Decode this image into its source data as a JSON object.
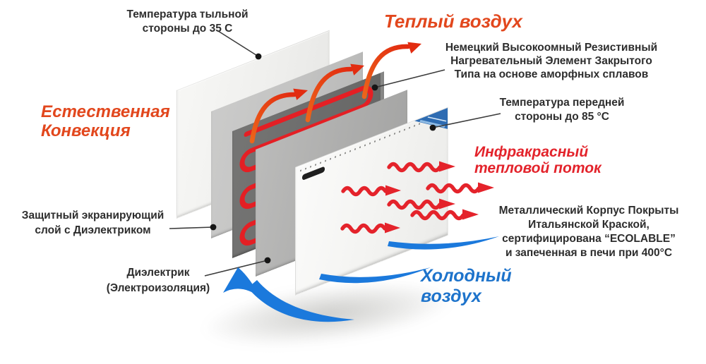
{
  "page": {
    "background": "#ffffff",
    "description": "Exploded-view diagram of an infrared convection heating panel"
  },
  "labels": {
    "back_temp": {
      "lines": [
        "Температура тыльной",
        "стороны до 35 С"
      ],
      "color": "#2d2d2d"
    },
    "warm_air": {
      "lines": [
        "Теплый воздух"
      ],
      "color": "#e2471d"
    },
    "heating_element": {
      "lines": [
        "Немецкий Высокоомный Резистивный",
        "Нагревательный Элемент Закрытого",
        "Типа на основе аморфных сплавов"
      ],
      "color": "#2d2d2d"
    },
    "front_temp": {
      "lines": [
        "Температура передней",
        "стороны до 85 °С"
      ],
      "color": "#2d2d2d"
    },
    "infrared_flow": {
      "lines": [
        "Инфракрасный",
        "тепловой поток"
      ],
      "color": "#e3232b"
    },
    "metal_body": {
      "lines": [
        "Металлический Корпус Покрыты",
        "Итальянской Краской,",
        "сертифицирована “ECOLABLE”",
        "и запеченная в печи при 400°С"
      ],
      "color": "#2d2d2d"
    },
    "natural_convection": {
      "lines": [
        "Естественная",
        "Конвекция"
      ],
      "color": "#e2471d"
    },
    "shield_layer": {
      "lines": [
        "Защитный экранирующий",
        "слой с Диэлектриком"
      ],
      "color": "#2d2d2d"
    },
    "dielectric": {
      "lines": [
        "Диэлектрик",
        "(Электроизоляция)"
      ],
      "color": "#2d2d2d"
    },
    "cold_air": {
      "lines": [
        "Холодный",
        "воздух"
      ],
      "color": "#1d73cb"
    }
  },
  "diagram": {
    "layers": [
      "back-panel",
      "shield-layer-panel",
      "heating-element-panel",
      "dielectric-panel",
      "front-panel"
    ],
    "arrow_groups": [
      "warm-air-arc-arrows",
      "infrared-wave-arrows",
      "cold-air-swoosh-arrows"
    ],
    "leader_lines": 5
  },
  "colors": {
    "text_dark": "#2d2d2d",
    "warm_accent": "#e2471d",
    "infrared_red": "#e4232b",
    "cold_blue": "#1b79dc",
    "heating_coil_red": "#e41f24",
    "warm_arc_orange": "#e5470f",
    "panel_dark_gray": "#6c6c6b",
    "panel_light_gray": "#c4c4c3",
    "panel_mid_gray": "#adadac",
    "panel_white": "#f6f6f4",
    "front_logo_blue": "#2e6cb2"
  },
  "icons": {
    "warm_air_arrow": "orange-arc-arrow",
    "infrared_arrow": "red-wavy-arrow",
    "cold_air_arrow": "blue-swoosh-arrow",
    "leader_marker": "black-dot",
    "front_panel_logo": "blue-triangle-logo",
    "front_panel_vent": "dashed-perforation-line",
    "front_panel_slot": "black-slot"
  }
}
